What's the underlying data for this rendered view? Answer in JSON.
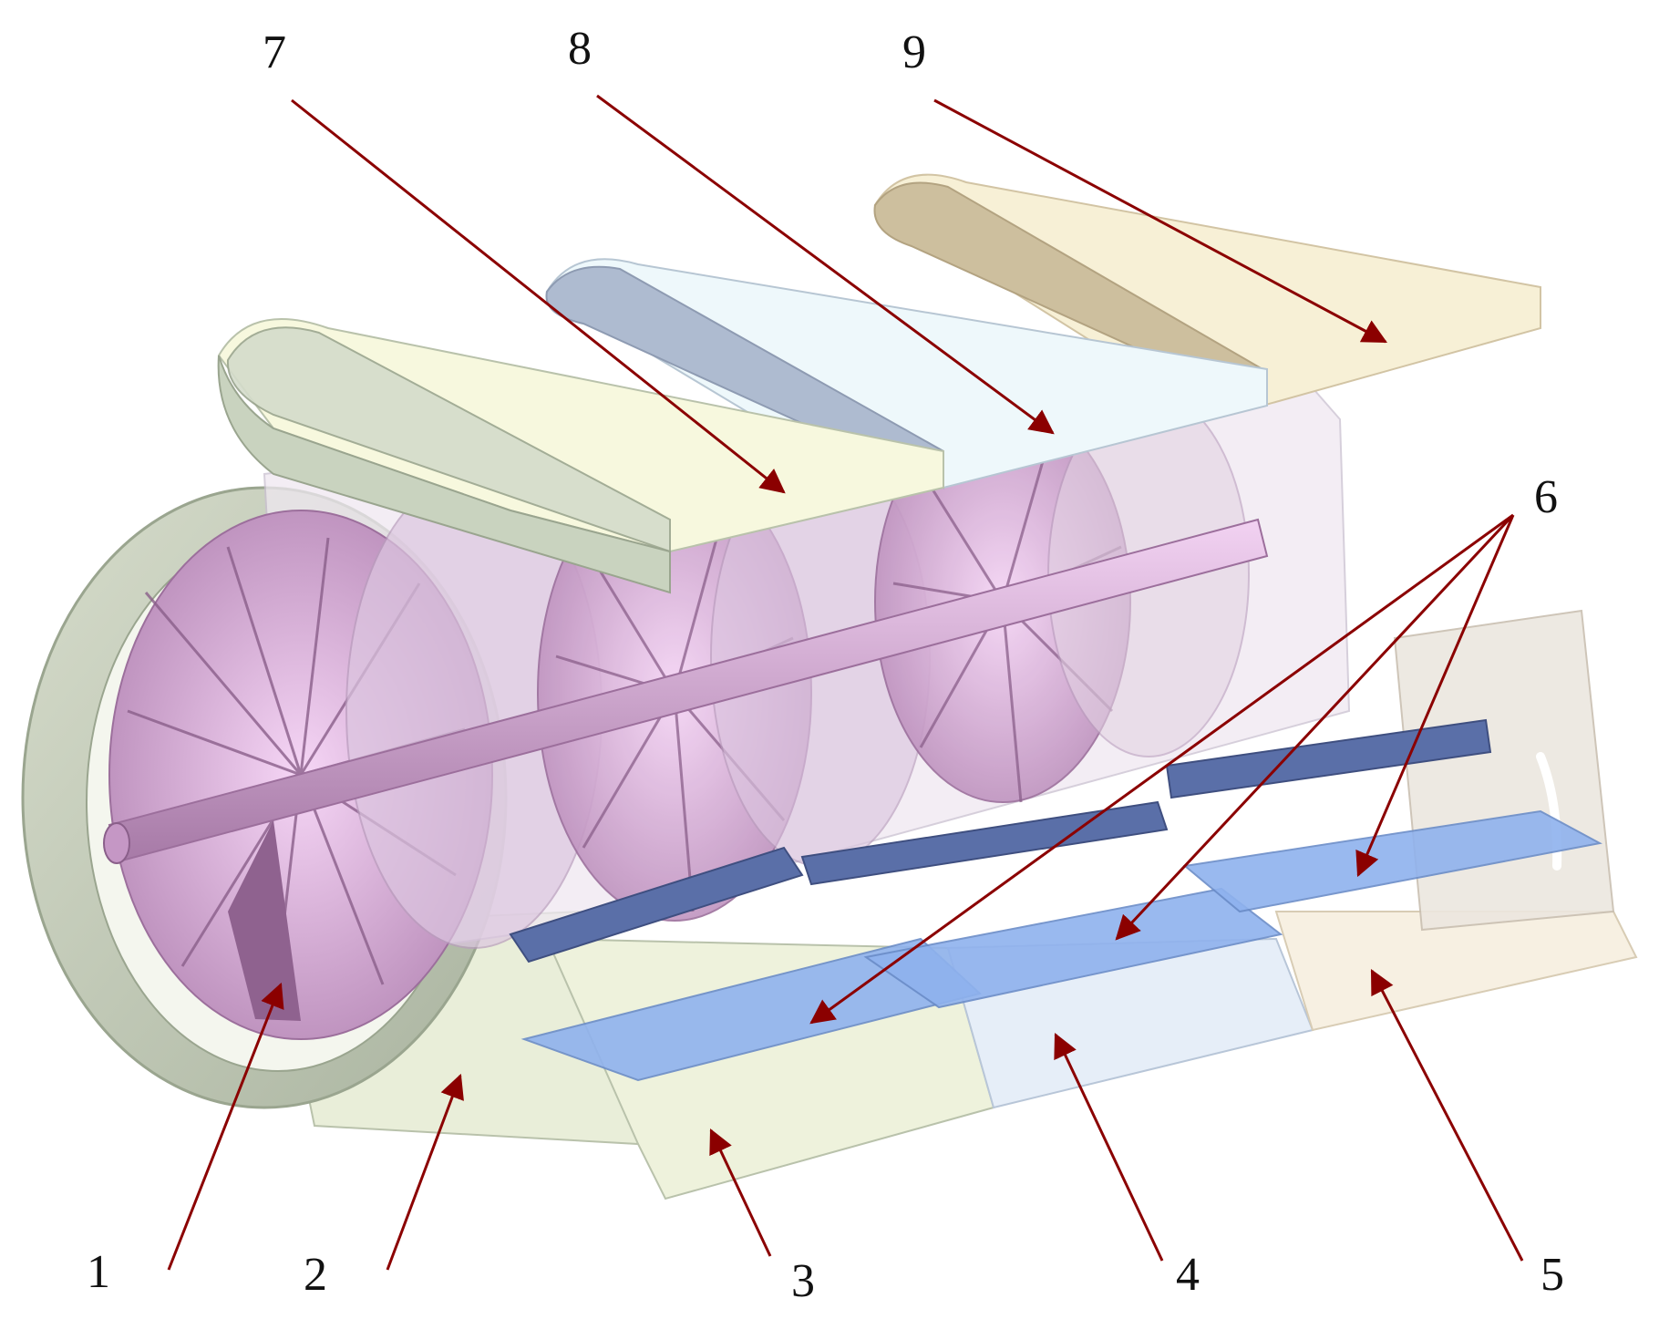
{
  "colors": {
    "leader": "#8b0000",
    "rotor": "#e6b3e6",
    "rotor_dark": "#9c6f9c",
    "casing_green": "#c9d3bf",
    "casing_green_light": "#eef2df",
    "panel_cream": "#f6f6da",
    "panel_ice": "#eef8fb",
    "panel_sand": "#f6f1d6",
    "panel_sand_dark": "#cdbf9e",
    "vane_blue": "#7aa6e6",
    "vane_navy": "#5a6fa8"
  },
  "callouts": [
    {
      "id": "1",
      "label": "1"
    },
    {
      "id": "2",
      "label": "2"
    },
    {
      "id": "3",
      "label": "3"
    },
    {
      "id": "4",
      "label": "4"
    },
    {
      "id": "5",
      "label": "5"
    },
    {
      "id": "6",
      "label": "6"
    },
    {
      "id": "7",
      "label": "7"
    },
    {
      "id": "8",
      "label": "8"
    },
    {
      "id": "9",
      "label": "9"
    }
  ]
}
